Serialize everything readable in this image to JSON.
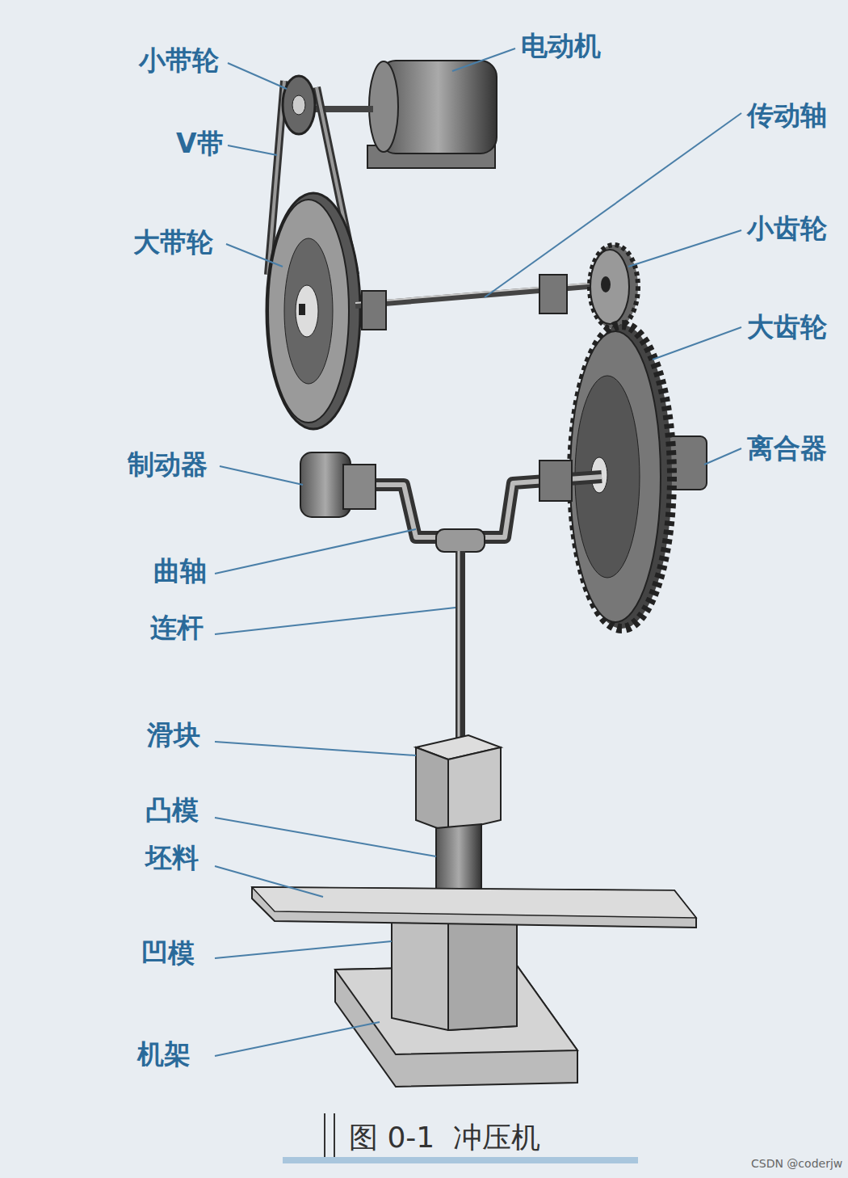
{
  "diagram": {
    "caption": "图 0-1  冲压机",
    "labels": [
      "小带轮",
      "电动机",
      "V带",
      "传动轴",
      "大带轮",
      "小齿轮",
      "大齿轮",
      "离合器",
      "制动器",
      "曲轴",
      "连杆",
      "滑块",
      "凸模",
      "坯料",
      "凹模",
      "机架",
      "CSDN @coderjw"
    ]
  }
}
